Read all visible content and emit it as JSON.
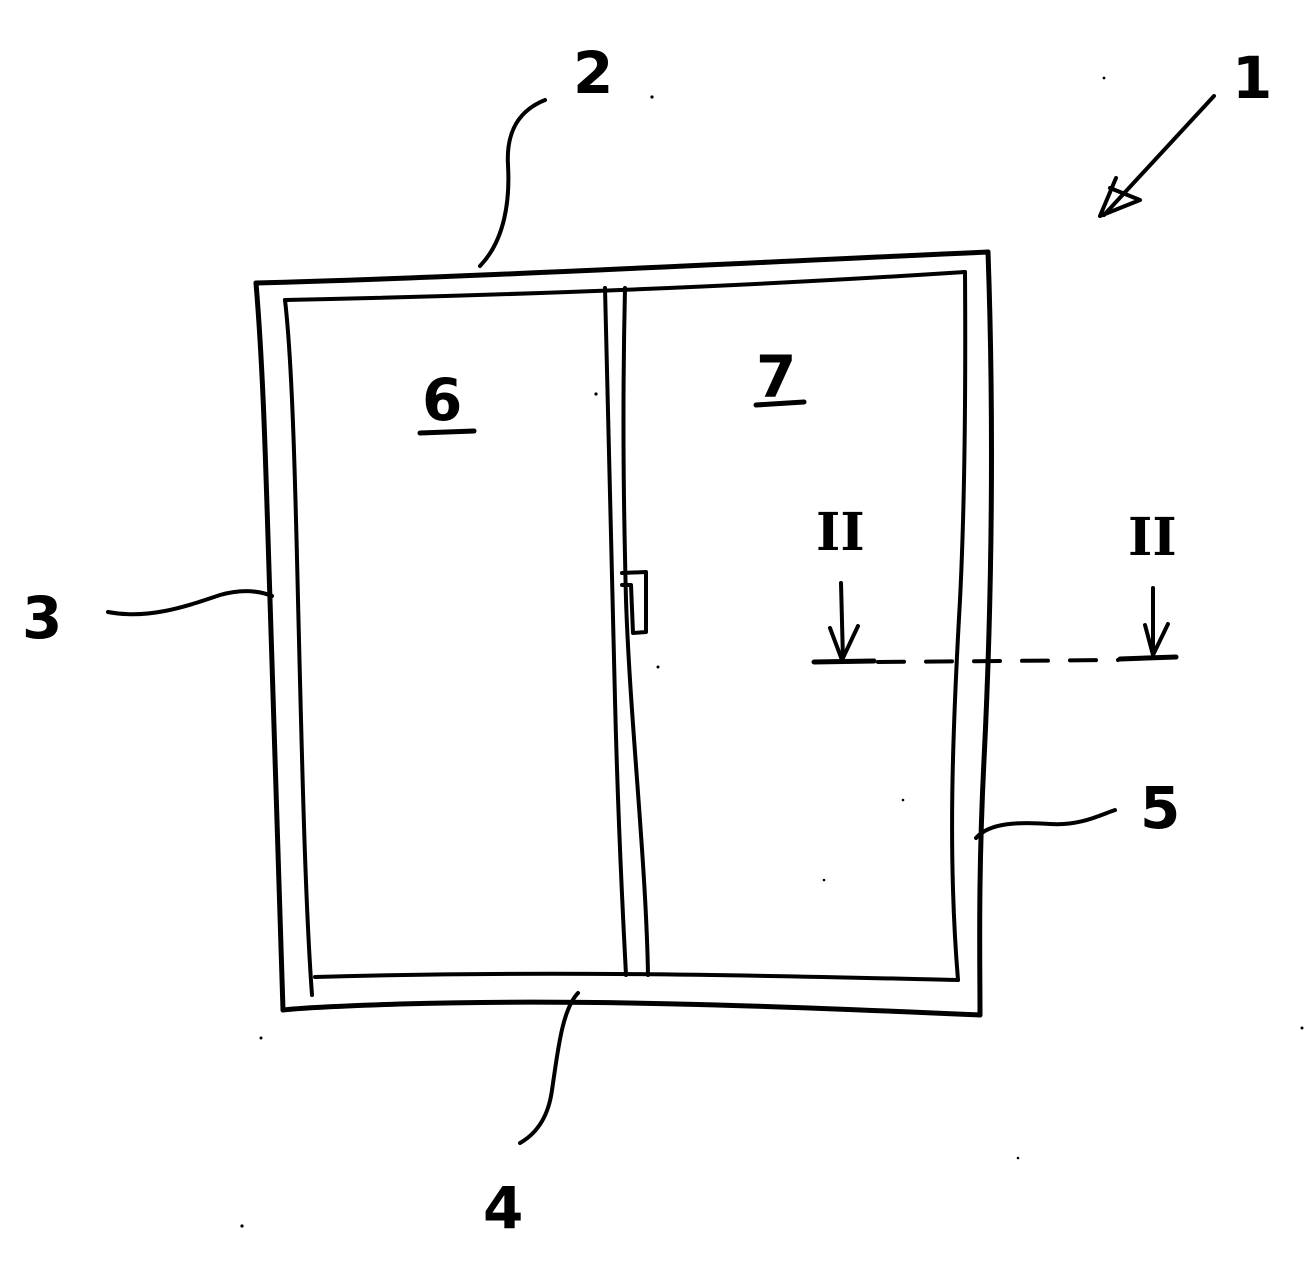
{
  "labels": {
    "assembly": "1",
    "top_frame": "2",
    "left_frame": "3",
    "bottom_frame": "4",
    "right_frame": "5",
    "panel_left": "6",
    "panel_right": "7",
    "section_left": "II",
    "section_right": "II"
  }
}
